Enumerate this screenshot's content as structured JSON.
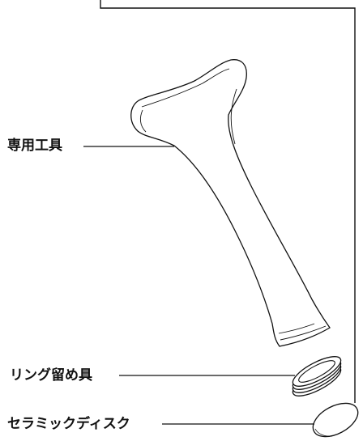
{
  "labels": {
    "special_tool": "専用工具",
    "ring_holder": "リング留め具",
    "ceramic_disc": "セラミックディスク"
  },
  "colors": {
    "line": "#111111",
    "fill": "#ffffff"
  }
}
